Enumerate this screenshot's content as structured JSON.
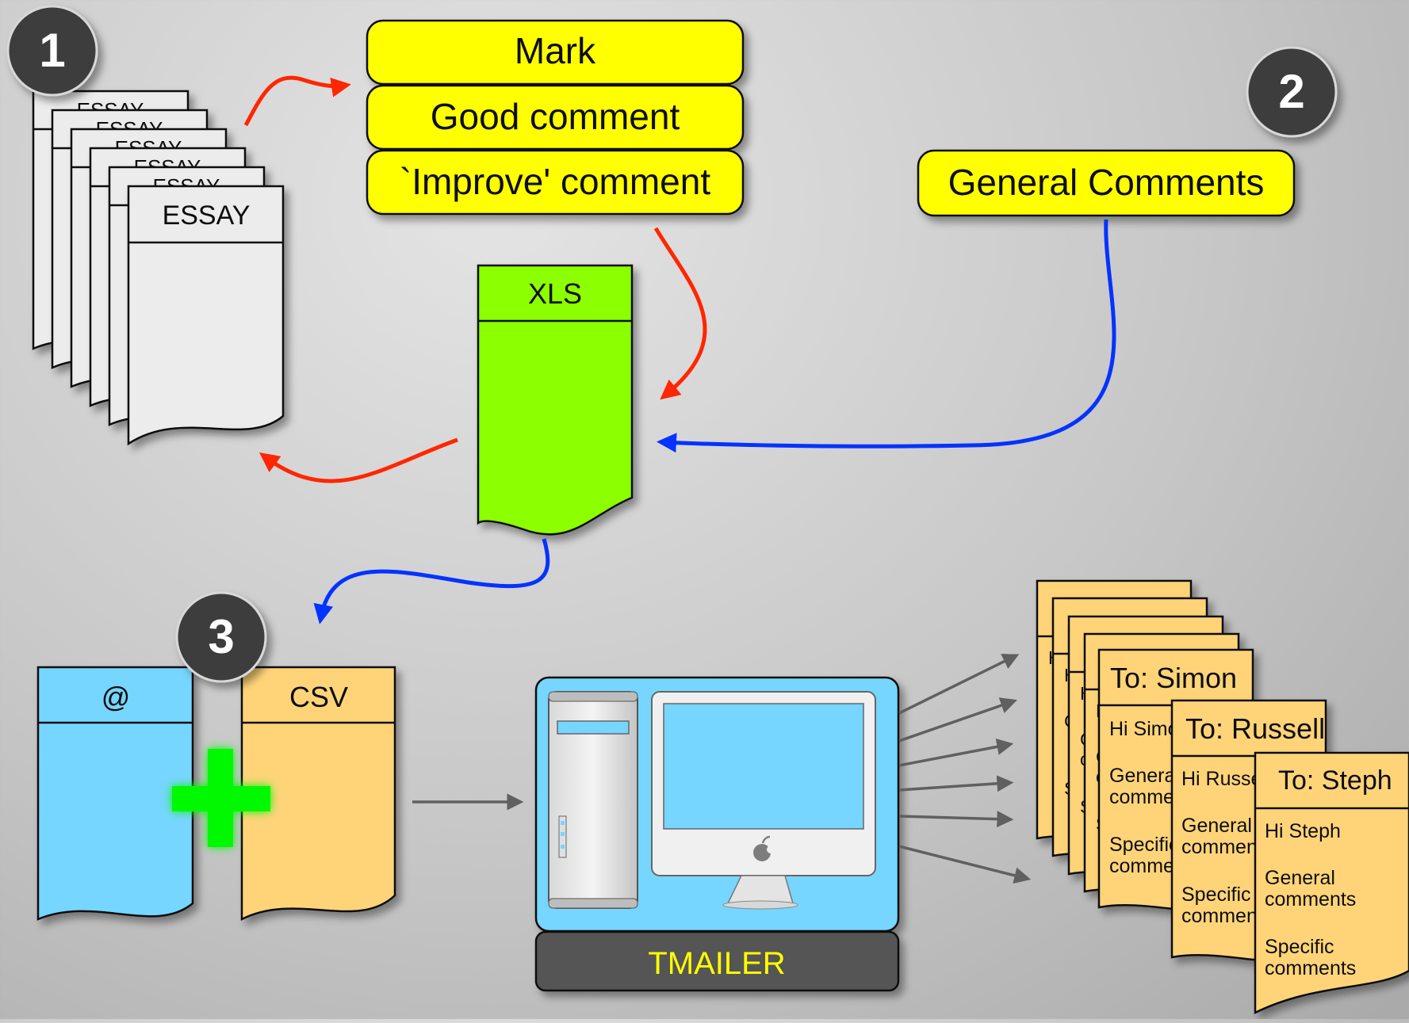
{
  "badges": {
    "one": "1",
    "two": "2",
    "three": "3"
  },
  "essay": {
    "label": "ESSAY",
    "stub_label": "ESSAY"
  },
  "comment_boxes": {
    "mark": "Mark",
    "good": "Good comment",
    "improve": "`Improve' comment",
    "general": "General Comments"
  },
  "xls": {
    "label": "XLS"
  },
  "email_list": {
    "label": "@"
  },
  "csv": {
    "label": "CSV"
  },
  "tmailer": {
    "label": "TMAILER"
  },
  "letter_stub": {
    "greeting": "Hi",
    "line_a": "G",
    "line_b": "c",
    "line_c": "S"
  },
  "letters": [
    {
      "to": "To: Simon",
      "greeting": "Hi Simon",
      "general_1": "General",
      "general_2": "comments",
      "specific_1": "Specific",
      "specific_2": "comments"
    },
    {
      "to": "To: Russell",
      "greeting": "Hi Russell",
      "general_1": "General",
      "general_2": "comments",
      "specific_1": "Specific",
      "specific_2": "comments"
    },
    {
      "to": "To: Steph",
      "greeting": "Hi Steph",
      "general_1": "General",
      "general_2": "comments",
      "specific_1": "Specific",
      "specific_2": "comments"
    }
  ],
  "colors": {
    "badge": "#3c3c3c",
    "comment_yellow": "#ffff00",
    "xls_green": "#8cff00",
    "email_blue": "#76d6ff",
    "csv_orange": "#ffd479",
    "letter_orange": "#ffd479",
    "tmailer_text": "#ffff00",
    "arrow_red": "#ff2600",
    "arrow_blue": "#0433ff",
    "arrow_gray": "#606060",
    "plus_green": "#00f900"
  }
}
